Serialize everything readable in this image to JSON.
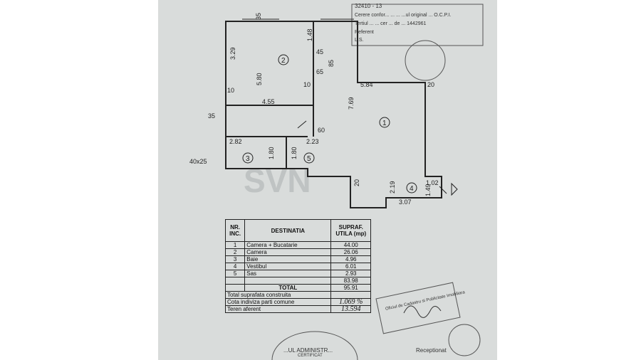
{
  "header": {
    "ref_number": "32410 - 13",
    "line_conf": "Cerere confor... ... ... ...ul original ... O.C.P.I.",
    "line_tertiu": "Tertiul ... ... cer ... de ... 1442961",
    "line_referent": "Referent",
    "line_ls": "L.S."
  },
  "plan": {
    "rooms": [
      "1",
      "2",
      "3",
      "4",
      "5"
    ],
    "dims": {
      "d35_top": "35",
      "d329": "3.29",
      "d580": "5.80",
      "d148": "1.48",
      "d45": "45",
      "d85": "85",
      "d65": "65",
      "d10_left": "10",
      "d10_mid": "10",
      "d584": "5.84",
      "d20_right": "20",
      "d455": "4.55",
      "d769": "7.69",
      "d35_left": "35",
      "d282": "2.82",
      "d60": "60",
      "d223": "2.23",
      "d180_a": "1.80",
      "d180_b": "1.80",
      "d40x25": "40x25",
      "d219": "2.19",
      "d20_bottom": "20",
      "d102": "1.02",
      "d149": "1.49",
      "d307": "3.07"
    },
    "watermark": "SVN"
  },
  "table": {
    "headers": {
      "nr": "NR. INC.",
      "dest": "DESTINATIA",
      "supraf": "SUPRAF. UTILA (mp)"
    },
    "rows": [
      {
        "nr": "1",
        "dest": "Camera + Bucatarie",
        "val": "44.00"
      },
      {
        "nr": "2",
        "dest": "Camera",
        "val": "26.06"
      },
      {
        "nr": "3",
        "dest": "Baie",
        "val": "4.96"
      },
      {
        "nr": "4",
        "dest": "Vestibul",
        "val": "6.01"
      },
      {
        "nr": "5",
        "dest": "Sas",
        "val": "2.93"
      }
    ],
    "extra_value": "83.98",
    "total_label": "TOTAL",
    "total_value": "95.91",
    "footer": [
      {
        "label": "Total suprafata construita",
        "val": ""
      },
      {
        "label": "Cota indiviza parti comune",
        "val": "1.069 %"
      },
      {
        "label": "Teren aferent",
        "val": "13.594"
      }
    ]
  },
  "stamps": {
    "right": "Oficiul de Cadastru si Publicitate Imobiliara",
    "bottom": "...UL ADMINISTR...",
    "bottom_sub": "CERTIFICAT",
    "receptionat": "Receptionat"
  }
}
